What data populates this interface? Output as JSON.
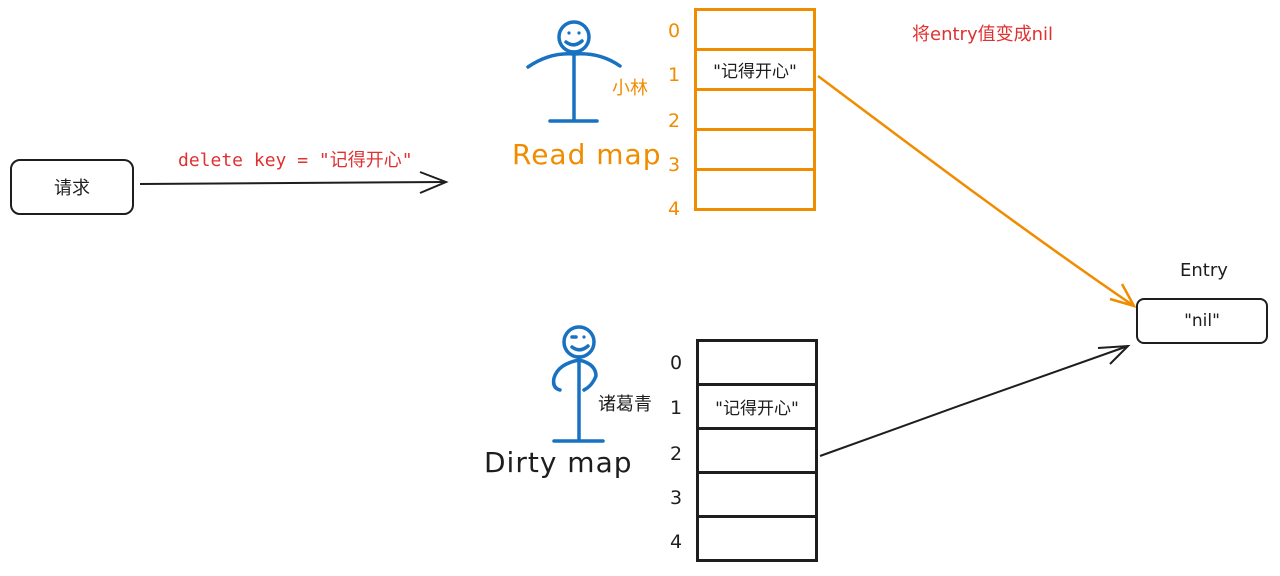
{
  "request": {
    "label": "请求"
  },
  "request_edge_label": "delete key = \"记得开心\"",
  "note_label": "将entry值变成nil",
  "read_map": {
    "title": "Read map",
    "owner": "小林",
    "indices": [
      "0",
      "1",
      "2",
      "3",
      "4"
    ],
    "cells": [
      "",
      "\"记得开心\"",
      "",
      "",
      ""
    ],
    "color": "#f08c00"
  },
  "dirty_map": {
    "title": "Dirty map",
    "owner": "诸葛青",
    "indices": [
      "0",
      "1",
      "2",
      "3",
      "4"
    ],
    "cells": [
      "",
      "\"记得开心\"",
      "",
      "",
      ""
    ],
    "color": "#1e1e1e"
  },
  "entry": {
    "title": "Entry",
    "value": "\"nil\""
  },
  "colors": {
    "accent_red": "#e03131",
    "accent_orange": "#f08c00",
    "stick_figure_blue": "#1971c2",
    "ink": "#1e1e1e"
  }
}
